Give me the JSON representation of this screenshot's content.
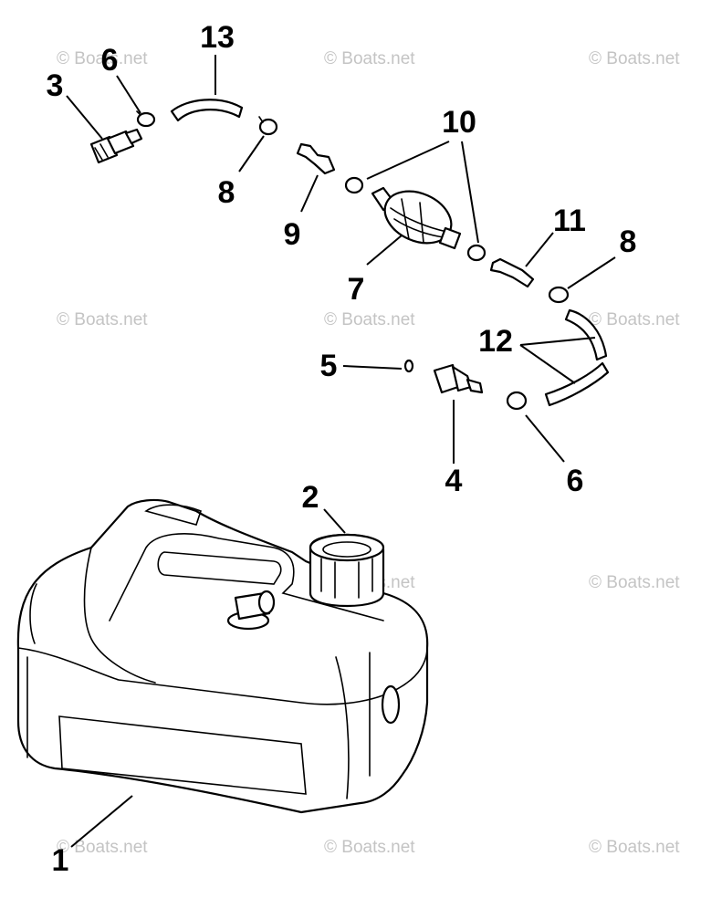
{
  "watermark": "© Boats.net",
  "colors": {
    "ink": "#000000",
    "watermark": "#c4c4c4",
    "background": "#ffffff"
  },
  "callouts": {
    "c1": "1",
    "c2": "2",
    "c3": "3",
    "c4": "4",
    "c5": "5",
    "c6a": "6",
    "c6b": "6",
    "c7": "7",
    "c8a": "8",
    "c8b": "8",
    "c9": "9",
    "c10": "10",
    "c11": "11",
    "c12": "12",
    "c13": "13"
  }
}
